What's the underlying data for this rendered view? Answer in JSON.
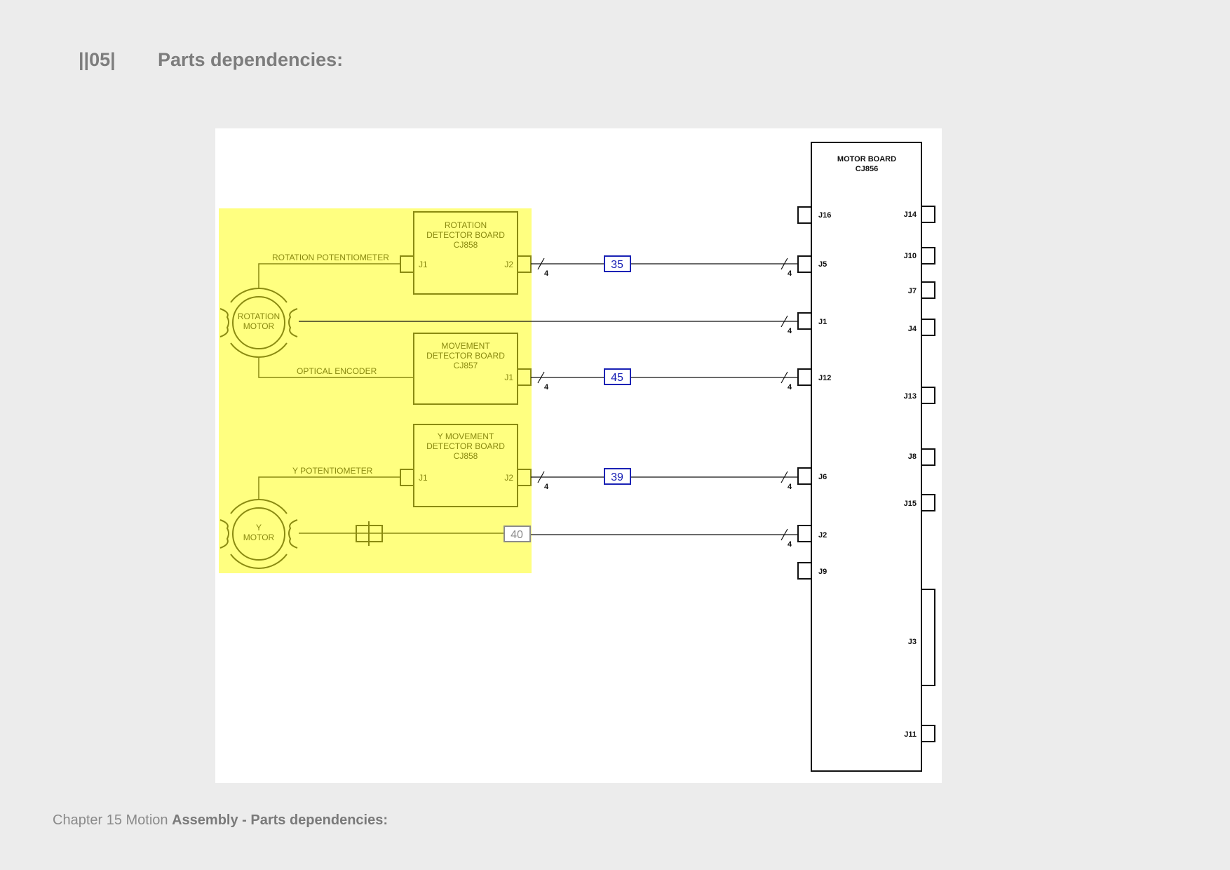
{
  "header": {
    "section_number": "||05|",
    "title": "Parts dependencies:"
  },
  "footer": {
    "prefix": "Chapter 15 Motion ",
    "bold": "Assembly - Parts dependencies:"
  },
  "diagram": {
    "motor_board": {
      "title_line1": "MOTOR BOARD",
      "title_line2": "CJ856"
    },
    "left_connectors": [
      "J16",
      "J5",
      "J1",
      "J12",
      "J6",
      "J2",
      "J9"
    ],
    "right_connectors": [
      "J14",
      "J10",
      "J7",
      "J4",
      "J13",
      "J8",
      "J15",
      "J3",
      "J11"
    ],
    "boards": [
      {
        "id": "rotation-detector",
        "lines": [
          "ROTATION",
          "DETECTOR BOARD",
          "CJ858"
        ],
        "in": "J1",
        "out": "J2"
      },
      {
        "id": "movement-detector",
        "lines": [
          "MOVEMENT",
          "DETECTOR BOARD",
          "CJ857"
        ],
        "out": "J1"
      },
      {
        "id": "y-movement-detector",
        "lines": [
          "Y MOVEMENT",
          "DETECTOR BOARD",
          "CJ858"
        ],
        "in": "J1",
        "out": "J2"
      }
    ],
    "motors": [
      {
        "id": "rotation",
        "lines": [
          "ROTATION",
          "MOTOR"
        ]
      },
      {
        "id": "y",
        "lines": [
          "Y",
          "MOTOR"
        ]
      }
    ],
    "labels": {
      "rotation_potentiometer": "ROTATION POTENTIOMETER",
      "optical_encoder": "OPTICAL ENCODER",
      "y_potentiometer": "Y POTENTIOMETER"
    },
    "cables": [
      "35",
      "45",
      "39",
      "40"
    ],
    "wire_count": "4",
    "colors": {
      "highlight": "#ffff80",
      "olive": "#8a8a10",
      "cable_blue": "#1a22b5",
      "cable_gray": "#8c8c8c"
    }
  }
}
